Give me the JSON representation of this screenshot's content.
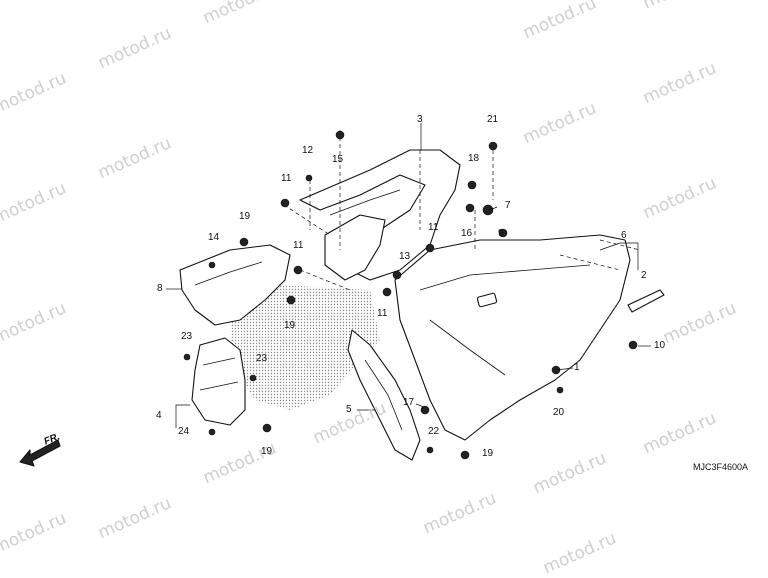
{
  "watermark": "motod.ru",
  "drawing_code": "MJC3F4600A",
  "direction_marker": "FR.",
  "callouts": [
    "1",
    "2",
    "3",
    "4",
    "5",
    "6",
    "7",
    "8",
    "9",
    "10",
    "11",
    "11",
    "11",
    "11",
    "12",
    "13",
    "14",
    "15",
    "16",
    "17",
    "18",
    "19",
    "19",
    "19",
    "19",
    "20",
    "21",
    "22",
    "23",
    "23",
    "24"
  ]
}
